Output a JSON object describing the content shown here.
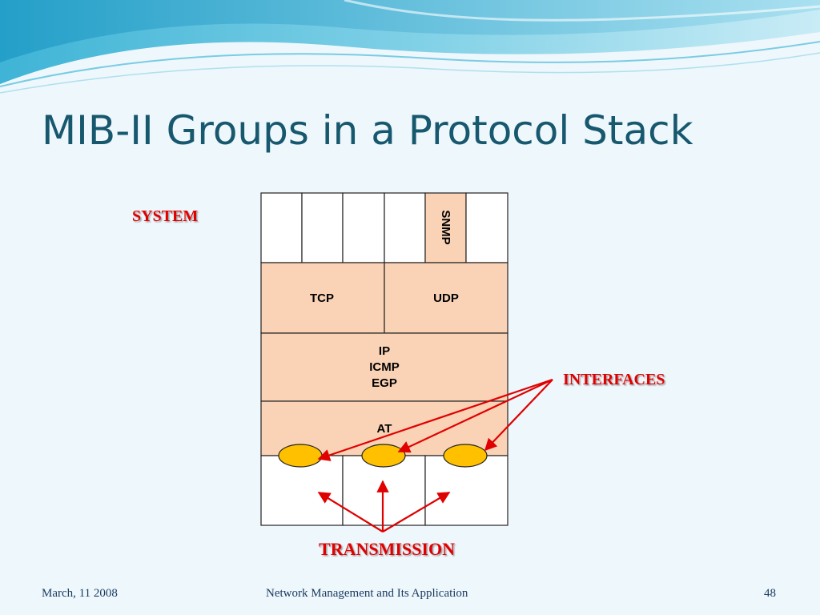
{
  "slide": {
    "title": "MIB-II Groups in a Protocol Stack",
    "footer": {
      "date": "March, 11 2008",
      "course": "Network Management and Its Application",
      "page_number": "48"
    }
  },
  "diagram": {
    "layers": {
      "snmp": "SNMP",
      "tcp": "TCP",
      "udp": "UDP",
      "ip": "IP",
      "icmp": "ICMP",
      "egp": "EGP",
      "at": "AT"
    },
    "labels": {
      "system": "SYSTEM",
      "interfaces": "INTERFACES",
      "transmission": "TRANSMISSION"
    }
  },
  "colors": {
    "title": "#17586e",
    "layer_fill": "#fad3b6",
    "interface_oval": "#ffc000",
    "annotation_red": "#e00000",
    "background": "#eef7fc"
  }
}
